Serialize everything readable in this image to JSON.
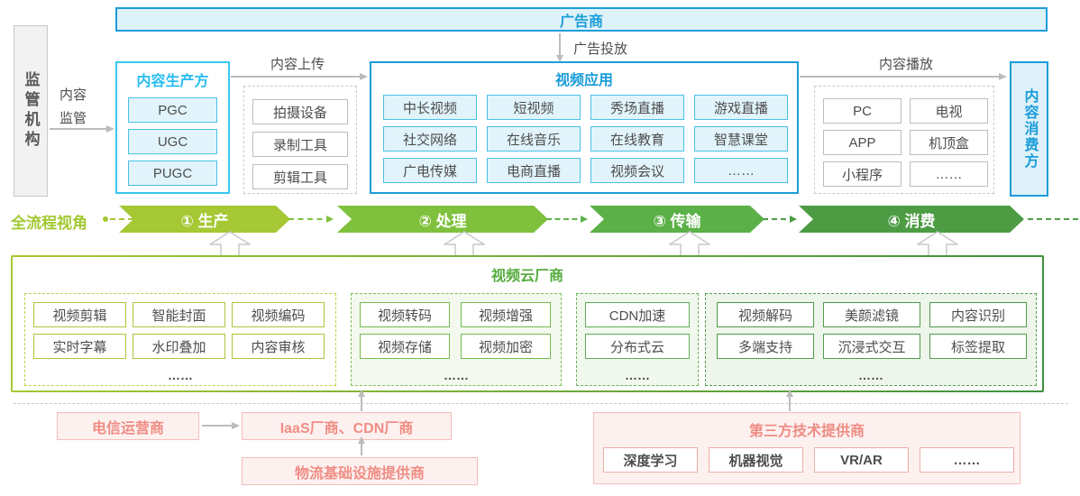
{
  "colors": {
    "blue": "#1b9dd9",
    "cyan": "#29bdf0",
    "pipeline_label": "#a2c832",
    "cloud_green": "#56ab3e",
    "pink": "#ef8d84",
    "stage_colors": [
      "#a5c834",
      "#7fc13d",
      "#5cb048",
      "#4d9c44"
    ]
  },
  "regulator": {
    "label": "监管机构",
    "arrow_label": [
      "内容",
      "监管"
    ]
  },
  "advertiser": {
    "label": "广告商",
    "placement_label": "广告投放"
  },
  "producer": {
    "title": "内容生产方",
    "items": [
      "PGC",
      "UGC",
      "PUGC"
    ],
    "upload_label": "内容上传"
  },
  "tools": {
    "items": [
      "拍摄设备",
      "录制工具",
      "剪辑工具"
    ]
  },
  "video_app": {
    "title": "视频应用",
    "items": [
      "中长视频",
      "短视频",
      "秀场直播",
      "游戏直播",
      "社交网络",
      "在线音乐",
      "在线教育",
      "智慧课堂",
      "广电传媒",
      "电商直播",
      "视频会议",
      "……"
    ]
  },
  "playback_label": "内容播放",
  "devices": {
    "items": [
      "PC",
      "电视",
      "APP",
      "机顶盒",
      "小程序",
      "……"
    ]
  },
  "consumer": {
    "label": "内容消费方"
  },
  "pipeline": {
    "label": "全流程视角",
    "stages": [
      {
        "label": "① 生产",
        "color": "#a5c834"
      },
      {
        "label": "② 处理",
        "color": "#7fc13d"
      },
      {
        "label": "③ 传输",
        "color": "#5cb048"
      },
      {
        "label": "④ 消费",
        "color": "#4d9c44"
      }
    ]
  },
  "cloud": {
    "title": "视频云厂商",
    "groups": [
      {
        "items": [
          "视频剪辑",
          "智能封面",
          "视频编码",
          "实时字幕",
          "水印叠加",
          "内容审核"
        ],
        "ellipsis": "……"
      },
      {
        "items": [
          "视频转码",
          "视频增强",
          "视频存储",
          "视频加密"
        ],
        "ellipsis": "……"
      },
      {
        "items": [
          "CDN加速",
          "分布式云"
        ],
        "ellipsis": "……"
      },
      {
        "items": [
          "视频解码",
          "美颜滤镜",
          "内容识别",
          "多端支持",
          "沉浸式交互",
          "标签提取"
        ],
        "ellipsis": "……"
      }
    ]
  },
  "bottom": {
    "telecom": "电信运营商",
    "iaas": "IaaS厂商、CDN厂商",
    "logistics": "物流基础设施提供商",
    "third_party": {
      "title": "第三方技术提供商",
      "items": [
        "深度学习",
        "机器视觉",
        "VR/AR",
        "……"
      ]
    }
  }
}
